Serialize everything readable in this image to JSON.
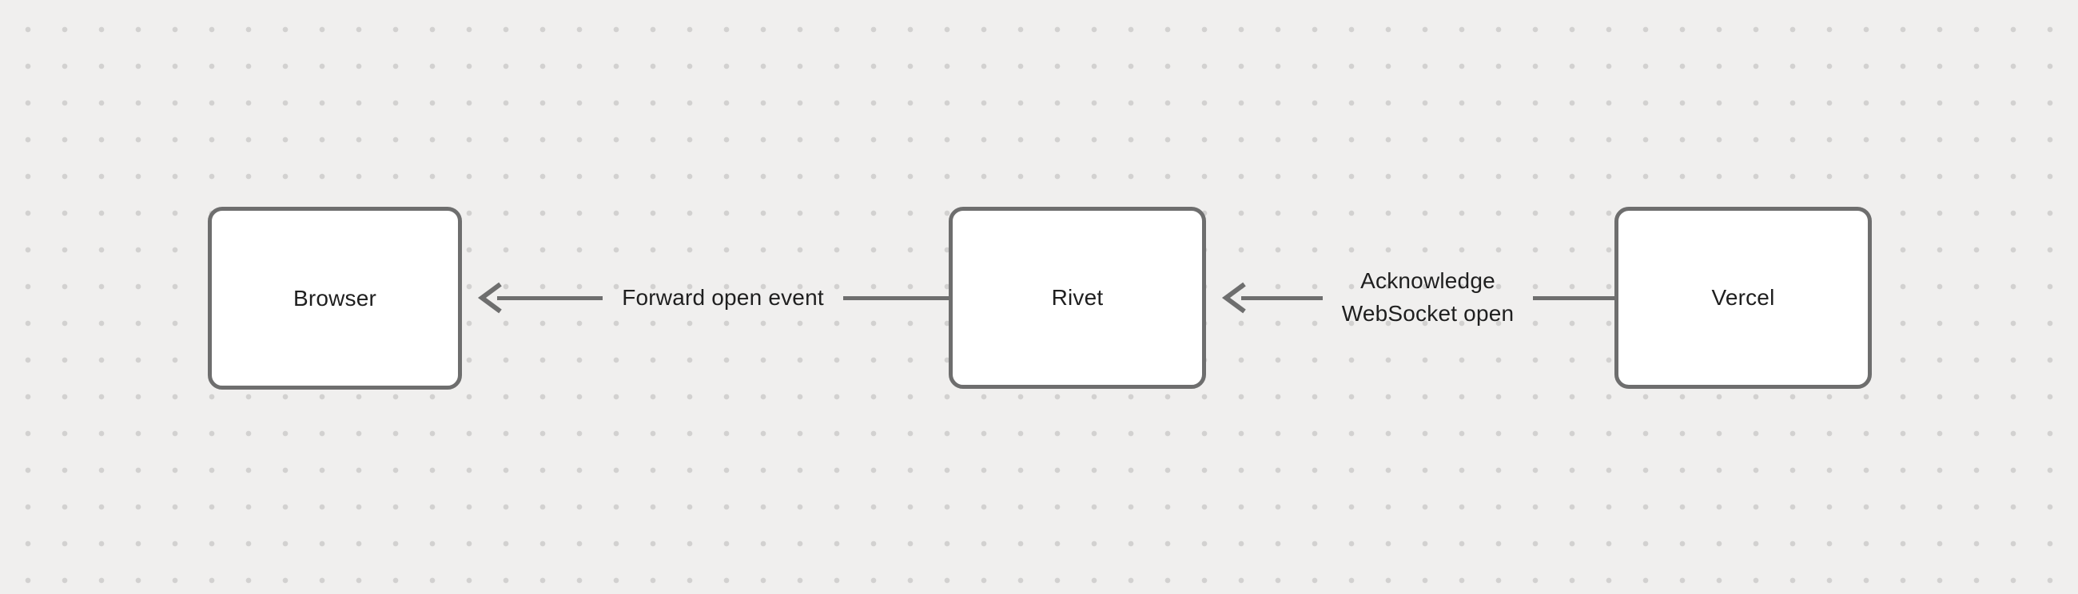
{
  "diagram": {
    "type": "flow-diagram",
    "direction": "right-to-left",
    "colors": {
      "background": "#f0efee",
      "dot_grid": "#d2d1d0",
      "stroke": "#6e6e6e",
      "node_fill": "#ffffff",
      "text": "#1f1f1f"
    },
    "nodes": [
      {
        "id": "browser",
        "label": "Browser"
      },
      {
        "id": "rivet",
        "label": "Rivet"
      },
      {
        "id": "vercel",
        "label": "Vercel"
      }
    ],
    "edges": [
      {
        "from": "rivet",
        "to": "browser",
        "arrow_direction": "left",
        "label": "Forward open event"
      },
      {
        "from": "vercel",
        "to": "rivet",
        "arrow_direction": "left",
        "label": "Acknowledge\nWebSocket open"
      }
    ]
  }
}
